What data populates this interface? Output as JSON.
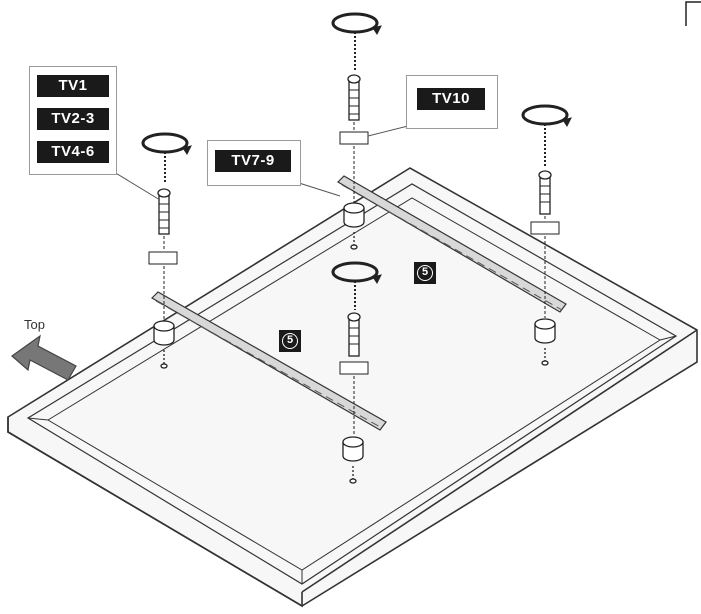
{
  "labels": {
    "left_group": [
      "TV1",
      "TV2-3",
      "TV4-6"
    ],
    "center": "TV7-9",
    "right": "TV10"
  },
  "step_markers": [
    "5",
    "5"
  ],
  "direction_label": "Top"
}
